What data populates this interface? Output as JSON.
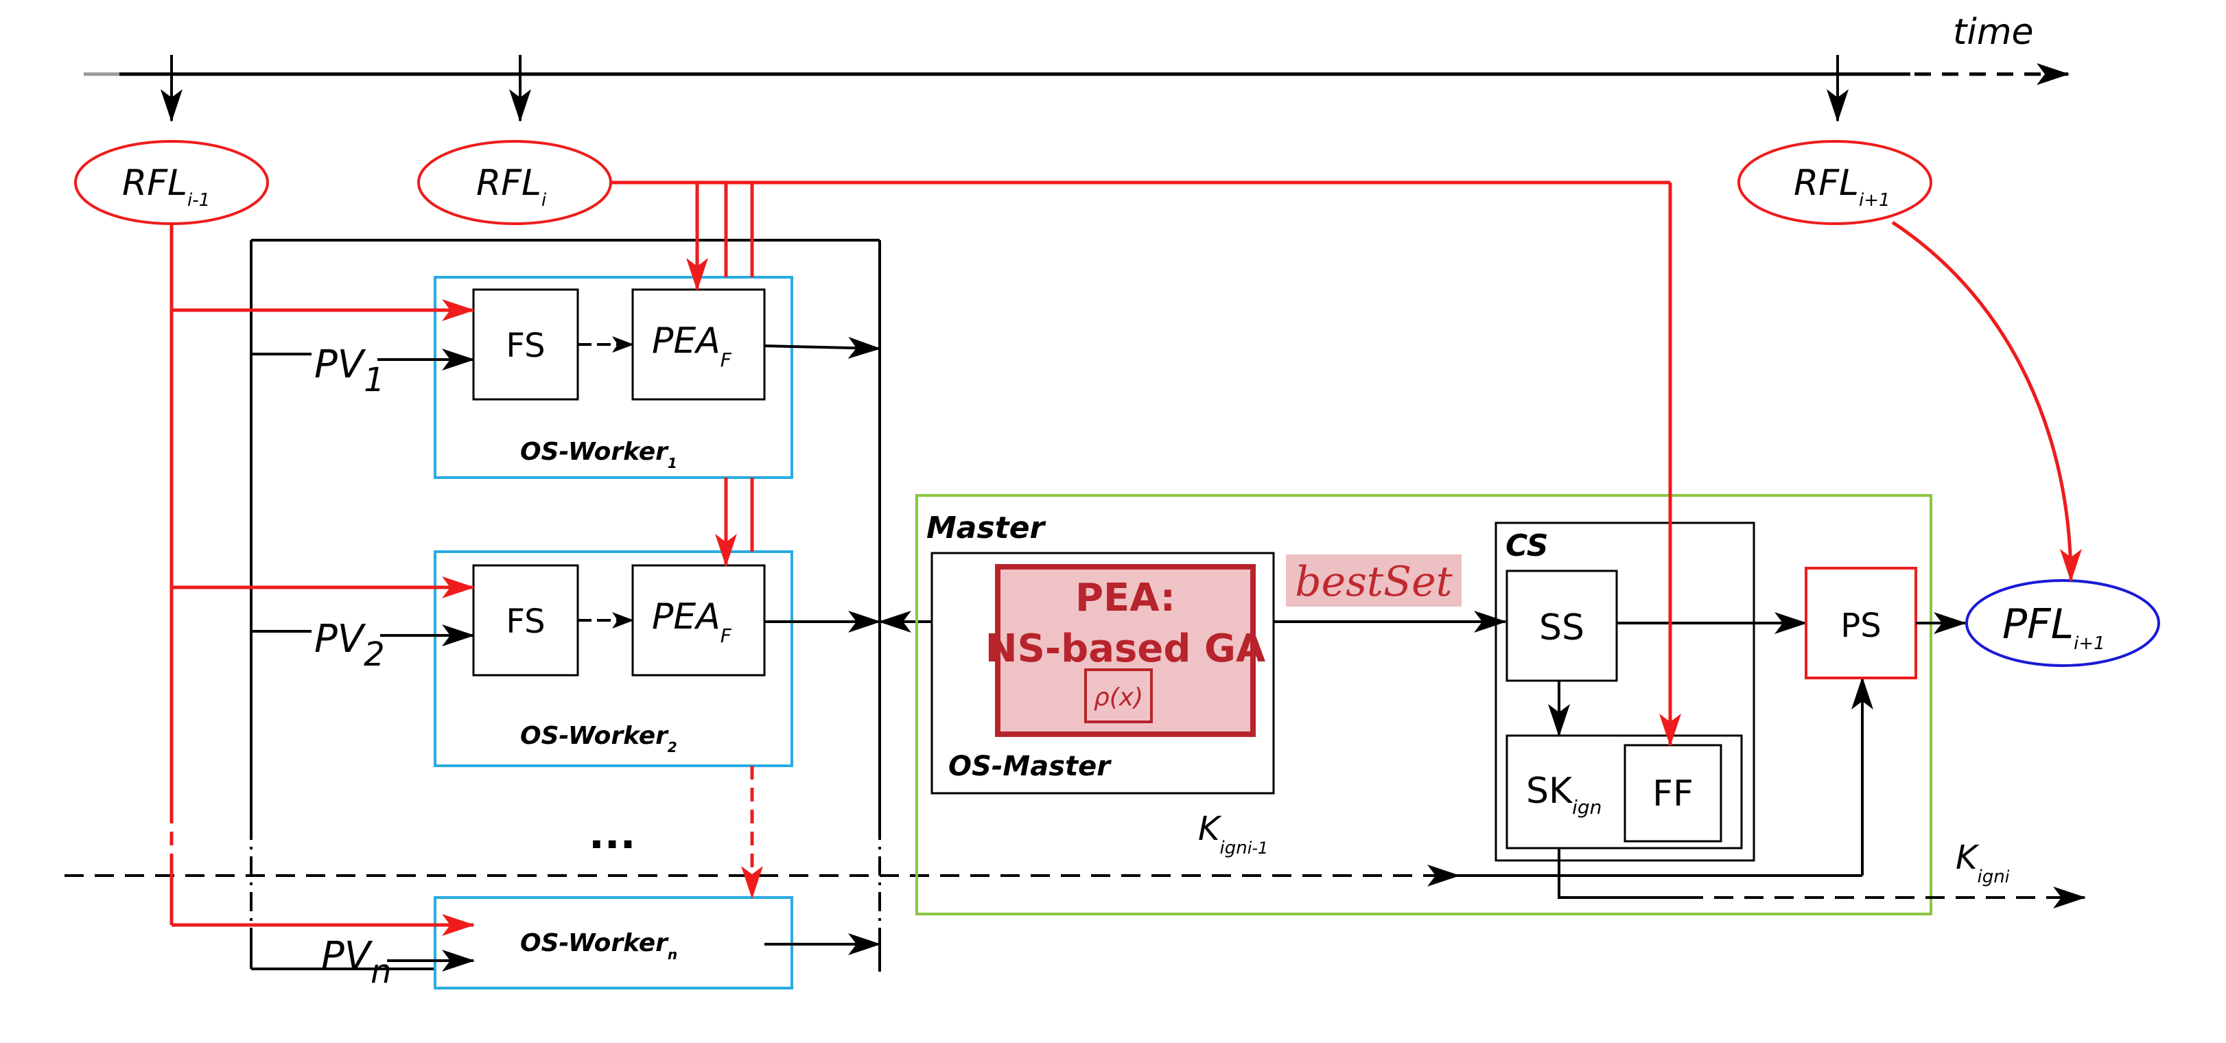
{
  "time_axis": {
    "label": "time"
  },
  "inputs": {
    "rfl_prev": {
      "main": "RFL",
      "sub": "i-1"
    },
    "rfl_cur": {
      "main": "RFL",
      "sub": "i"
    },
    "rfl_next": {
      "main": "RFL",
      "sub": "i+1"
    },
    "pfl_next": {
      "main": "PFL",
      "sub": "i+1"
    }
  },
  "workers": [
    {
      "pv_main": "PV",
      "pv_sub": "1",
      "fs": "FS",
      "pea_main": "PEA",
      "pea_sub": "F",
      "title_main": "OS-Worker",
      "title_sub": "1"
    },
    {
      "pv_main": "PV",
      "pv_sub": "2",
      "fs": "FS",
      "pea_main": "PEA",
      "pea_sub": "F",
      "title_main": "OS-Worker",
      "title_sub": "2"
    },
    {
      "pv_main": "PV",
      "pv_sub": "n",
      "title_main": "OS-Worker",
      "title_sub": "n"
    }
  ],
  "ellipsis": "...",
  "master": {
    "title": "Master",
    "pea_line1": "PEA:",
    "pea_line2": "NS-based GA",
    "rho": "ρ(x)",
    "os_master": "OS-Master",
    "best_set": "bestSet"
  },
  "cs": {
    "title": "CS",
    "ss": "SS",
    "sk_main": "SK",
    "sk_sub": "ign",
    "ff": "FF"
  },
  "ps": "PS",
  "k_prev": {
    "main": "K",
    "sub": "ign",
    "subsub": "i-1"
  },
  "k_cur": {
    "main": "K",
    "sub": "ign",
    "subsub": "i"
  },
  "colors": {
    "red": "#ee1c1c",
    "blue_box": "#29abe2",
    "green_box": "#8cc63f",
    "pfl_blue": "#1a1ad6",
    "pea_fill": "#efc3c6",
    "pea_border": "#b8242c",
    "pea_text": "#b8242c",
    "bestset_bg": "#edc0c3",
    "bestset_text": "#c0292f"
  }
}
